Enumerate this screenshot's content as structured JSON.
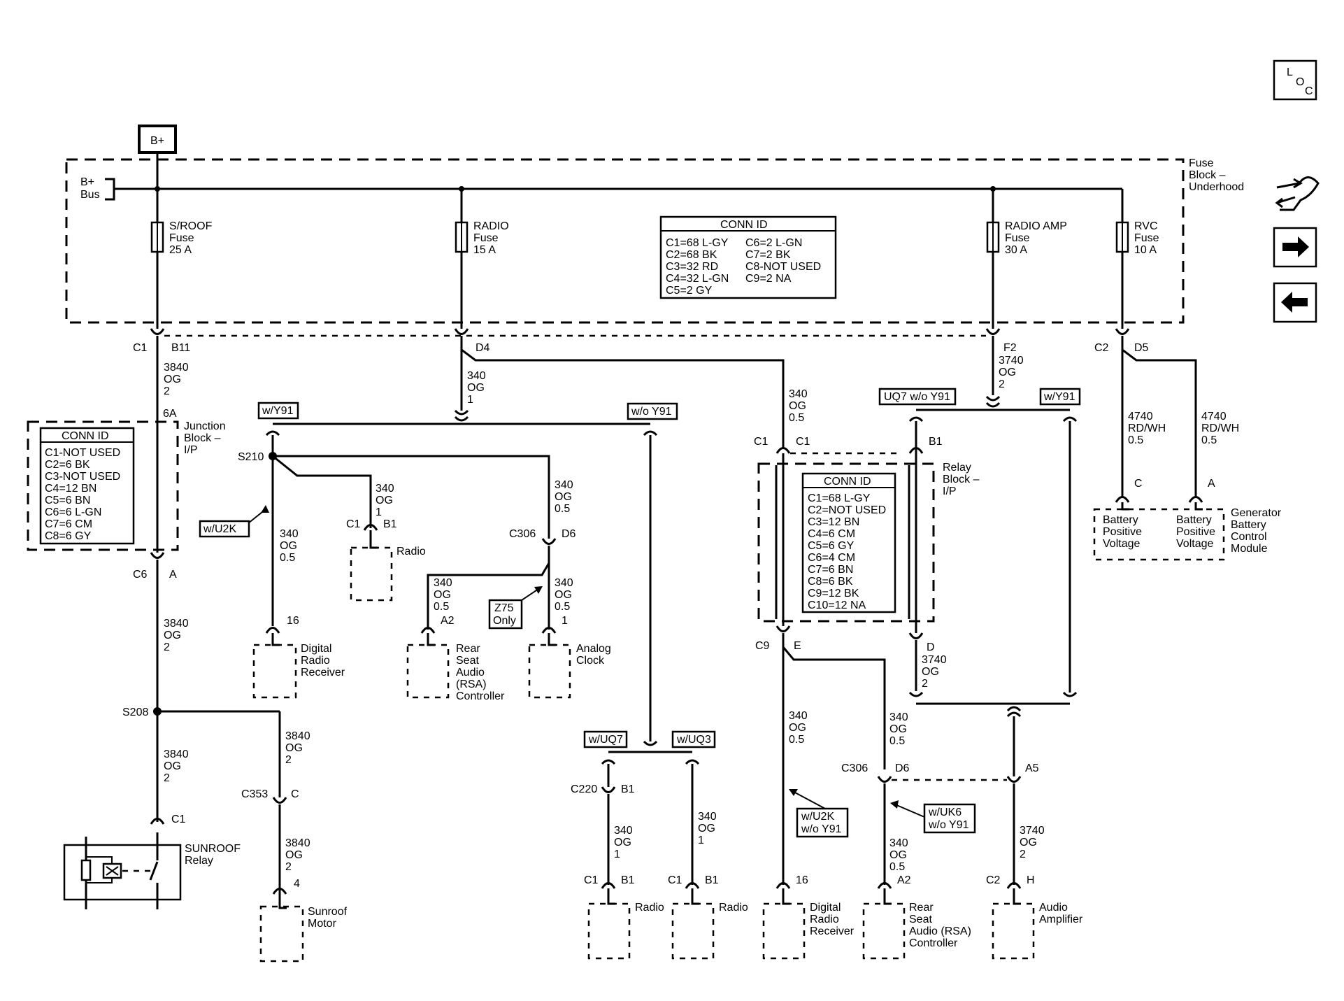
{
  "power": {
    "b_plus": "B+",
    "bus_l1": "B+",
    "bus_l2": "Bus"
  },
  "fuse_block": {
    "l1": "Fuse",
    "l2": "Block –",
    "l3": "Underhood"
  },
  "fuses": {
    "sroof": [
      "S/ROOF",
      "Fuse",
      "25 A"
    ],
    "radio": [
      "RADIO",
      "Fuse",
      "15 A"
    ],
    "radio_amp": [
      "RADIO AMP",
      "Fuse",
      "30 A"
    ],
    "rvc": [
      "RVC",
      "Fuse",
      "10 A"
    ]
  },
  "conn_fuse_block": {
    "title": "CONN ID",
    "rows": [
      "C1=68 L-GY",
      "C2=68 BK",
      "C3=32 RD",
      "C4=32 L-GN",
      "C5=2 GY"
    ],
    "rows2": [
      "C6=2 L-GN",
      "C7=2 BK",
      "C8-NOT USED",
      "C9=2 NA"
    ]
  },
  "conn_junction": {
    "title": "CONN ID",
    "rows": [
      "C1-NOT USED",
      "C2=6 BK",
      "C3-NOT USED",
      "C4=12 BN",
      "C5=6 BN",
      "C6=6 L-GN",
      "C7=6 CM",
      "C8=6 GY"
    ]
  },
  "conn_relay": {
    "title": "CONN ID",
    "rows": [
      "C1=68 L-GY",
      "C2=NOT USED",
      "C3=12 BN",
      "C4=6 CM",
      "C5=6 GY",
      "C6=4 CM",
      "C7=6 BN",
      "C8=6 BK",
      "C9=12 BK",
      "C10=12 NA"
    ]
  },
  "junction_block": {
    "l1": "Junction",
    "l2": "Block –",
    "l3": "I/P"
  },
  "relay_block": {
    "l1": "Relay",
    "l2": "Block –",
    "l3": "I/P"
  },
  "connectors": {
    "c1": "C1",
    "b11": "B11",
    "d4": "D4",
    "f2": "F2",
    "c2": "C2",
    "d5": "D5",
    "six_a": "6A",
    "c6": "C6",
    "a": "A",
    "s210": "S210",
    "s208": "S208",
    "c1_r": "C1",
    "b1_r": "B1",
    "c306": "C306",
    "d6": "D6",
    "a2": "A2",
    "one": "1",
    "sixteen": "16",
    "c1_rel": "C1",
    "c1_rel2": "C1",
    "b1_rel": "B1",
    "c9": "C9",
    "e": "E",
    "d": "D",
    "c_bat": "C",
    "a_bat": "A",
    "c353": "C353",
    "c_mot": "C",
    "four": "4",
    "c1_sun": "C1",
    "c220": "C220",
    "b1_c220": "B1",
    "c1_rad1": "C1",
    "b1_rad1": "B1",
    "c1_rad2": "C1",
    "b1_rad2": "B1",
    "sixteen_b": "16",
    "c306_b": "C306",
    "d6_b": "D6",
    "a5": "A5",
    "a2_b": "A2",
    "c2_amp": "C2",
    "h": "H"
  },
  "wires": {
    "w3840": [
      "3840",
      "OG",
      "2"
    ],
    "w340_1": [
      "340",
      "OG",
      "1"
    ],
    "w340_05": [
      "340",
      "OG",
      "0.5"
    ],
    "w3740": [
      "3740",
      "OG",
      "2"
    ],
    "w4740": [
      "4740",
      "RD/WH",
      "0.5"
    ]
  },
  "options": {
    "wY91": "w/Y91",
    "woY91": "w/o Y91",
    "wU2K": "w/U2K",
    "uq7_woY91": "UQ7 w/o Y91",
    "wY91_b": "w/Y91",
    "z75": [
      "Z75",
      "Only"
    ],
    "wUQ7": "w/UQ7",
    "wUQ3": "w/UQ3",
    "wU2K_woY91": [
      "w/U2K",
      "w/o Y91"
    ],
    "wUK6_woY91": [
      "w/UK6",
      "w/o Y91"
    ]
  },
  "components": {
    "radio": "Radio",
    "digital_radio": [
      "Digital",
      "Radio",
      "Receiver"
    ],
    "rsa": [
      "Rear",
      "Seat",
      "Audio",
      "(RSA)",
      "Controller"
    ],
    "rsa2": [
      "Rear",
      "Seat",
      "Audio (RSA)",
      "Controller"
    ],
    "analog_clock": [
      "Analog",
      "Clock"
    ],
    "battery_pos": [
      "Battery",
      "Positive",
      "Voltage"
    ],
    "generator": [
      "Generator",
      "Battery",
      "Control",
      "Module"
    ],
    "sunroof_relay": [
      "SUNROOF",
      "Relay"
    ],
    "sunroof_motor": [
      "Sunroof",
      "Motor"
    ],
    "audio_amp": [
      "Audio",
      "Amplifier"
    ]
  },
  "nav": {
    "loc": [
      "L",
      "O",
      "C"
    ]
  }
}
